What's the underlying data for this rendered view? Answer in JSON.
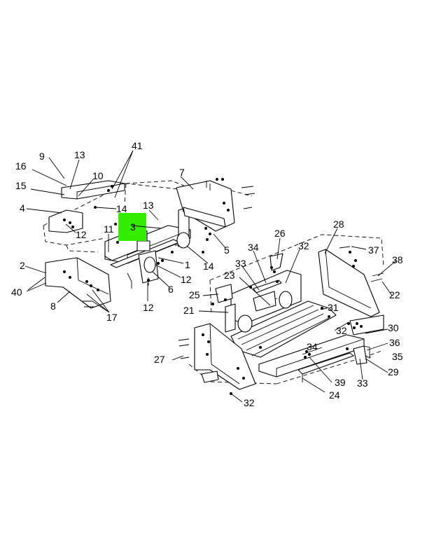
{
  "highlight_color": "#33ee00",
  "callouts": {
    "c41": "41",
    "c9": "9",
    "c13a": "13",
    "c16": "16",
    "c10": "10",
    "c15": "15",
    "c4": "4",
    "c14a": "14",
    "c13b": "13",
    "c3": "3",
    "c12a": "12",
    "c11": "11",
    "c7": "7",
    "c5": "5",
    "c14b": "14",
    "c1": "1",
    "c12b": "12",
    "c6": "6",
    "c2": "2",
    "c40": "40",
    "c8": "8",
    "c17": "17",
    "c12c": "12",
    "c26": "26",
    "c34a": "34",
    "c32a": "32",
    "c28": "28",
    "c37": "37",
    "c38": "38",
    "c33a": "33",
    "c23": "23",
    "c25": "25",
    "c22": "22",
    "c21": "21",
    "c31": "31",
    "c32b": "32",
    "c30": "30",
    "c36": "36",
    "c34b": "34",
    "c35": "35",
    "c27": "27",
    "c29": "29",
    "c39": "39",
    "c33b": "33",
    "c24": "24",
    "c32c": "32"
  }
}
